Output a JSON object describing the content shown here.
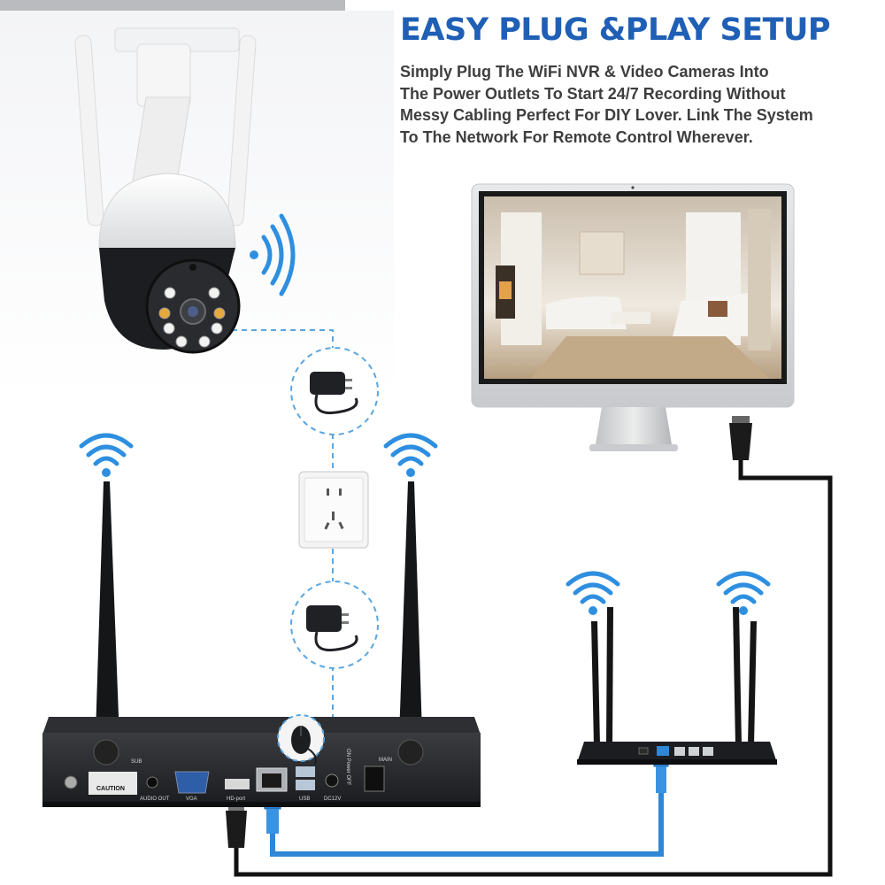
{
  "header": {
    "title": "EASY PLUG &PLAY SETUP",
    "description_lines": [
      "Simply Plug The WiFi NVR & Video Cameras Into",
      "The Power Outlets To Start 24/7 Recording Without",
      "Messy Cabling Perfect For DIY Lover. Link The System",
      "To The Network For Remote Control Wherever."
    ]
  },
  "nvr": {
    "port_labels": {
      "sub": "SUB",
      "main": "MAIN",
      "audio_out": "AUDIO OUT",
      "vga": "VGA",
      "hd_port": "HD-port",
      "usb": "USB",
      "dc12v": "DC12V",
      "power": "ON Power OFF"
    },
    "caution_label": "CAUTION"
  },
  "colors": {
    "title_blue": "#1f5fb5",
    "wifi_blue": "#2e8fe0",
    "lan_cable": "#2f87d6",
    "hdmi_cable": "#111111",
    "dashed_line": "#5aa6e0"
  },
  "icons": [
    "wifi-signal-icon",
    "power-adapter-icon",
    "wall-socket-icon",
    "mouse-icon",
    "hdmi-plug-icon",
    "rj45-plug-icon"
  ]
}
